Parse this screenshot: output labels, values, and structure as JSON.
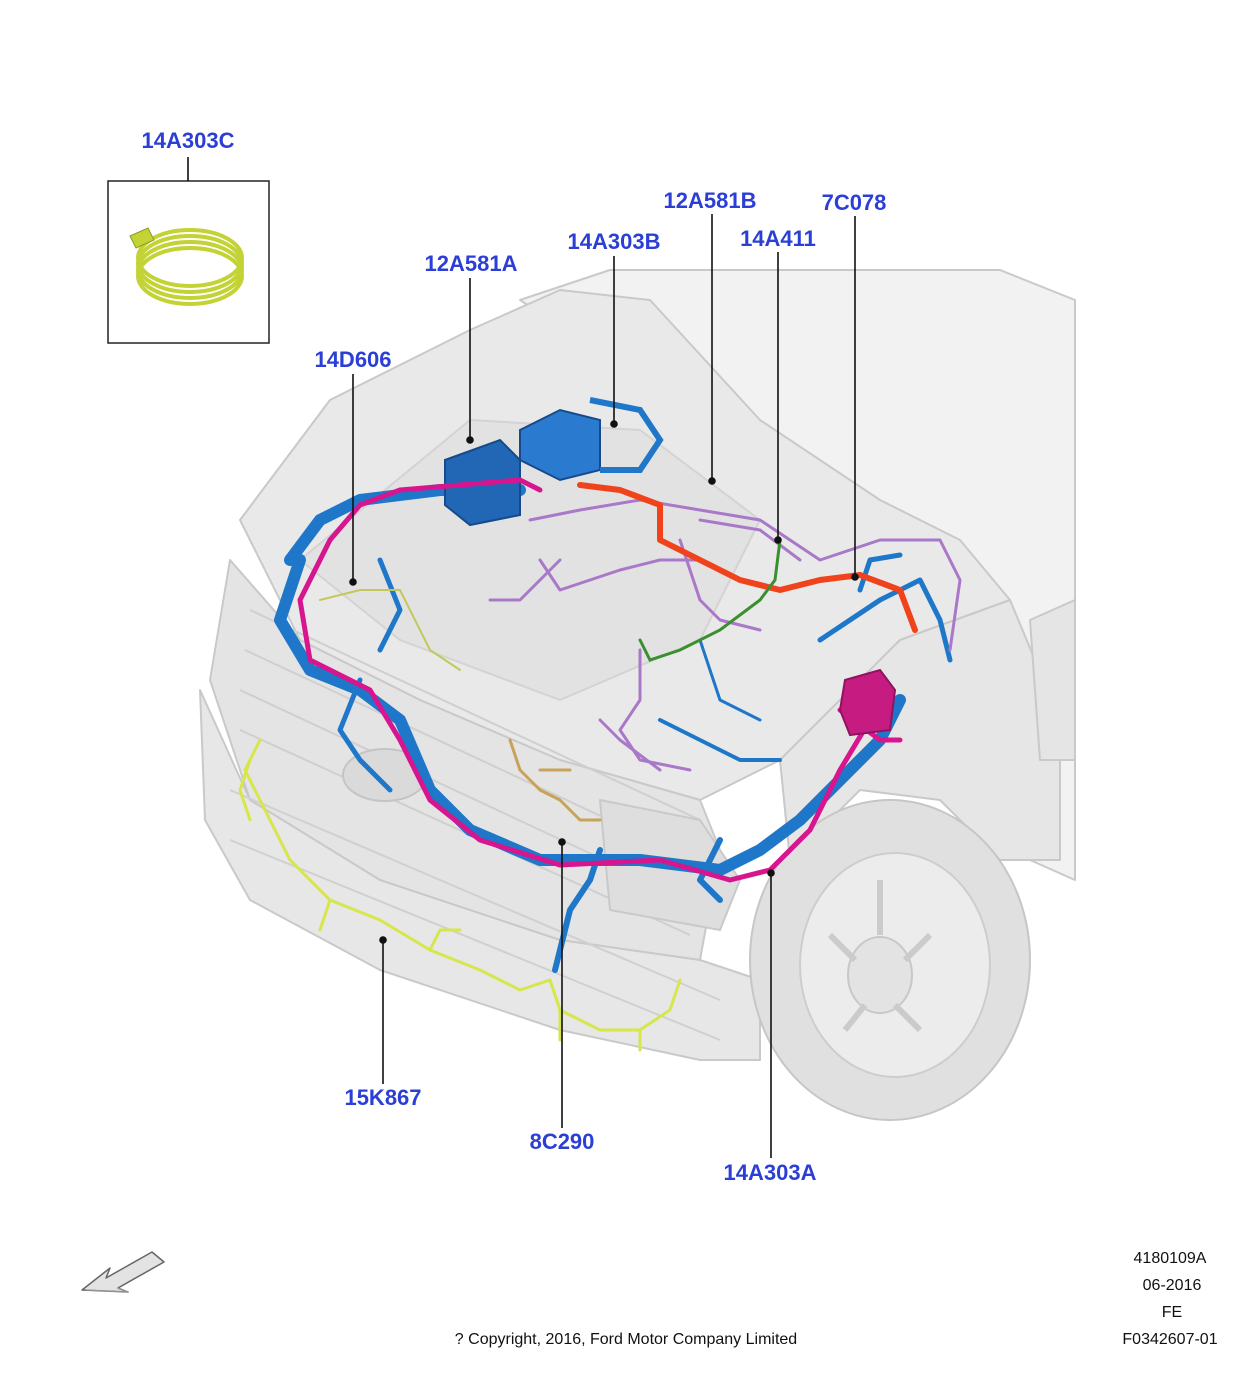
{
  "callouts": {
    "c14A303C": "14A303C",
    "c12A581B": "12A581B",
    "c7C078": "7C078",
    "c14A303B": "14A303B",
    "c14A411": "14A411",
    "c12A581A": "12A581A",
    "c14D606": "14D606",
    "c15K867": "15K867",
    "c8C290": "8C290",
    "c14A303A": "14A303A"
  },
  "footer": {
    "drawing_id": "4180109A",
    "date": "06-2016",
    "code": "FE",
    "copyright": "? Copyright, 2016, Ford Motor Company Limited",
    "figure_id": "F0342607-01"
  },
  "colors": {
    "callout": "#2b3fd6",
    "harness_blue": "#1f77c9",
    "harness_magenta": "#d6158f",
    "harness_purple": "#a978c8",
    "harness_orange": "#f0421b",
    "harness_yellow": "#d7e64a",
    "harness_green": "#3a8f2e",
    "harness_tan": "#c9a25a",
    "body_grey": "#e8e8e8"
  }
}
